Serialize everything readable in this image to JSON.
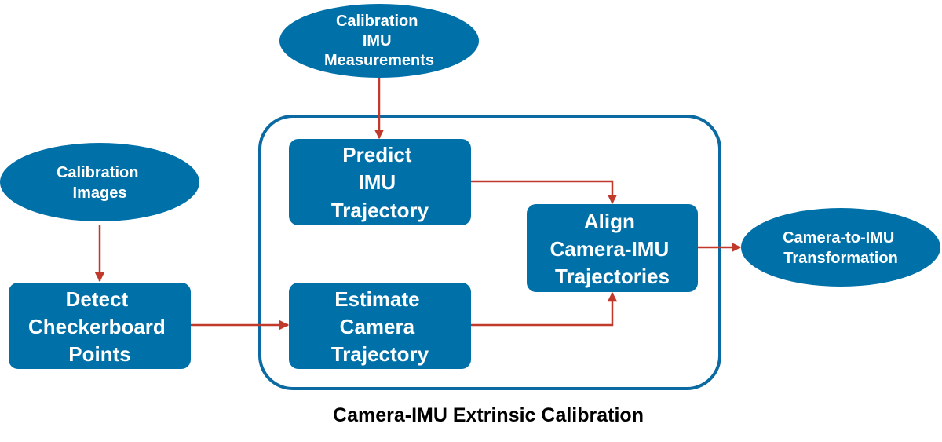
{
  "colors": {
    "node_fill": "#0070a8",
    "frame_stroke": "#0b6aa2",
    "arrow": "#c0392b",
    "text_on_node": "#ffffff",
    "caption": "#000000"
  },
  "nodes": {
    "calib_imu": {
      "shape": "ellipse",
      "lines": [
        "Calibration",
        "IMU",
        "Measurements"
      ]
    },
    "calib_images": {
      "shape": "ellipse",
      "lines": [
        "Calibration",
        "Images"
      ]
    },
    "detect": {
      "shape": "box",
      "lines": [
        "Detect",
        "Checkerboard",
        "Points"
      ]
    },
    "predict": {
      "shape": "box",
      "lines": [
        "Predict",
        "IMU",
        "Trajectory"
      ]
    },
    "estimate": {
      "shape": "box",
      "lines": [
        "Estimate",
        "Camera",
        "Trajectory"
      ]
    },
    "align": {
      "shape": "box",
      "lines": [
        "Align",
        "Camera-IMU",
        "Trajectories"
      ]
    },
    "transform": {
      "shape": "ellipse",
      "lines": [
        "Camera-to-IMU",
        "Transformation"
      ]
    }
  },
  "edges": [
    {
      "from": "calib_imu",
      "to": "predict"
    },
    {
      "from": "calib_images",
      "to": "detect"
    },
    {
      "from": "detect",
      "to": "estimate"
    },
    {
      "from": "predict",
      "to": "align"
    },
    {
      "from": "estimate",
      "to": "align"
    },
    {
      "from": "align",
      "to": "transform"
    }
  ],
  "frame": {
    "caption": "Camera-IMU Extrinsic Calibration"
  }
}
